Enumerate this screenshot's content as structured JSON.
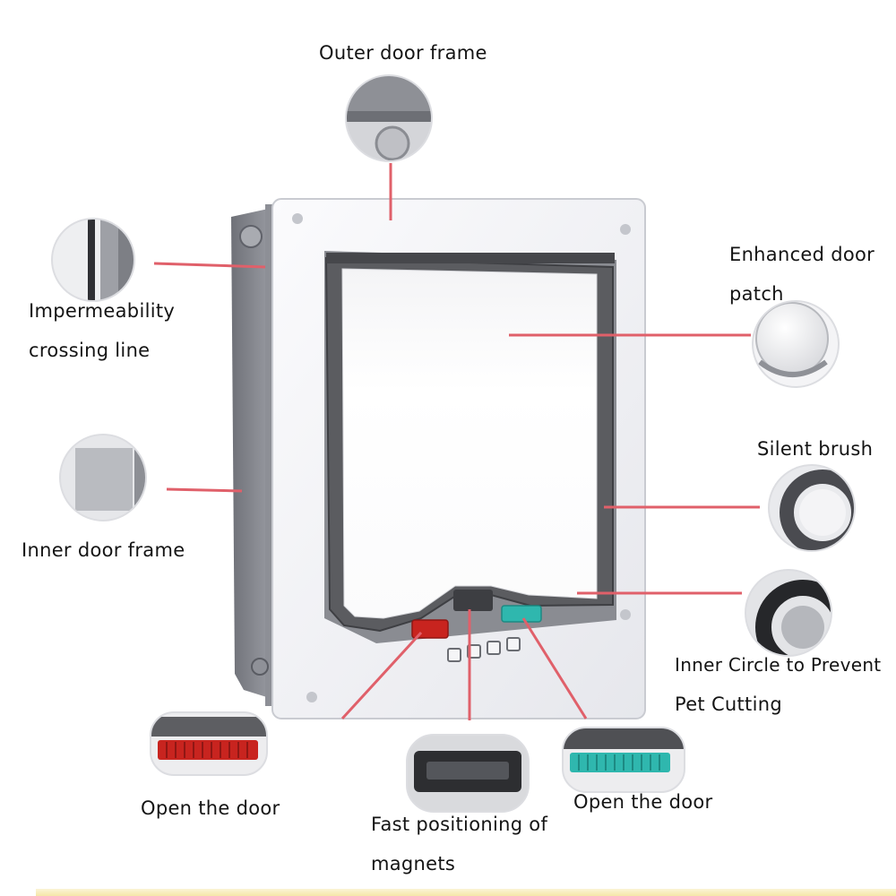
{
  "labels": {
    "outer_frame": "Outer door frame",
    "impermeability": [
      "Impermeability",
      "crossing line"
    ],
    "inner_frame": "Inner door frame",
    "enhanced_patch": [
      "Enhanced door",
      "patch"
    ],
    "silent_brush": "Silent brush",
    "inner_circle": [
      "Inner Circle to Prevent",
      "Pet Cutting"
    ],
    "open_door_left": "Open the door",
    "fast_magnets": [
      "Fast positioning of",
      "magnets"
    ],
    "open_door_right": "Open the door"
  },
  "colors": {
    "leader_line": "#e0606a",
    "frame_white": "#f2f3f6",
    "frame_gray": "#7d7f86",
    "flap": "#fdfdfd",
    "brush": "#5b5c60",
    "lock_red": "#c8241f",
    "lock_teal": "#2fb7ae"
  }
}
